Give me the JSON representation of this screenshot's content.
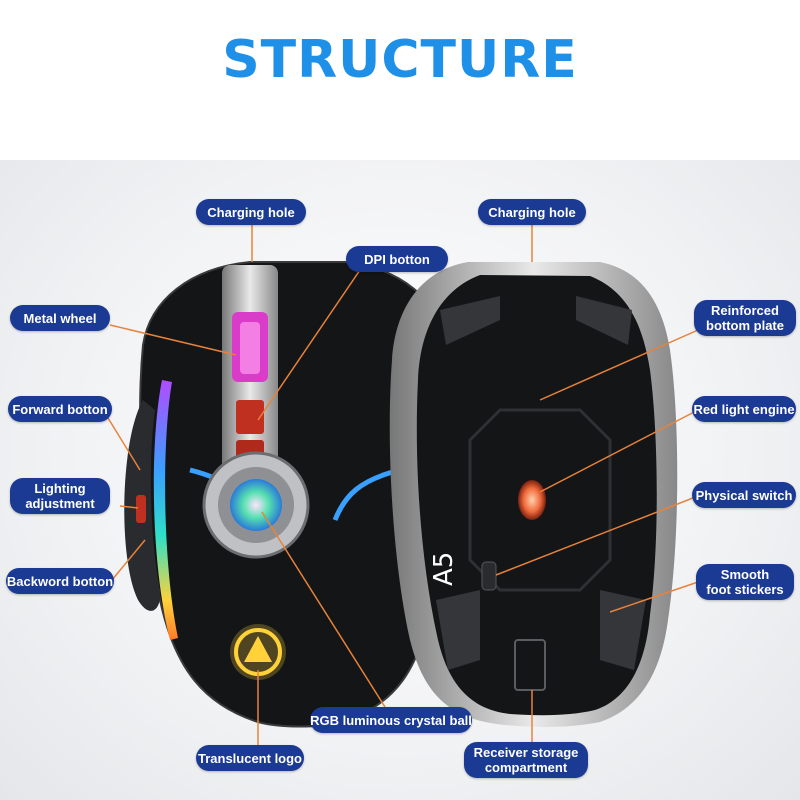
{
  "title": "STRUCTURE",
  "colors": {
    "title": "#1e90e8",
    "label_bg": "#1b3a93",
    "leader": "#e8823a"
  },
  "front_labels": {
    "charging_hole": "Charging hole",
    "dpi_button": "DPI botton",
    "metal_wheel": "Metal wheel",
    "forward_button": "Forward botton",
    "lighting_adjustment": "Lighting\nadjustment",
    "backward_button": "Backword botton",
    "rgb_ball": "RGB luminous crystal ball",
    "translucent_logo": "Translucent logo"
  },
  "back_labels": {
    "charging_hole": "Charging hole",
    "reinforced_plate": "Reinforced\nbottom plate",
    "red_light_engine": "Red light engine",
    "physical_switch": "Physical switch",
    "foot_stickers": "Smooth\nfoot stickers",
    "receiver_storage": "Receiver storage\ncompartment"
  },
  "mouse_print": {
    "model": "A5"
  }
}
